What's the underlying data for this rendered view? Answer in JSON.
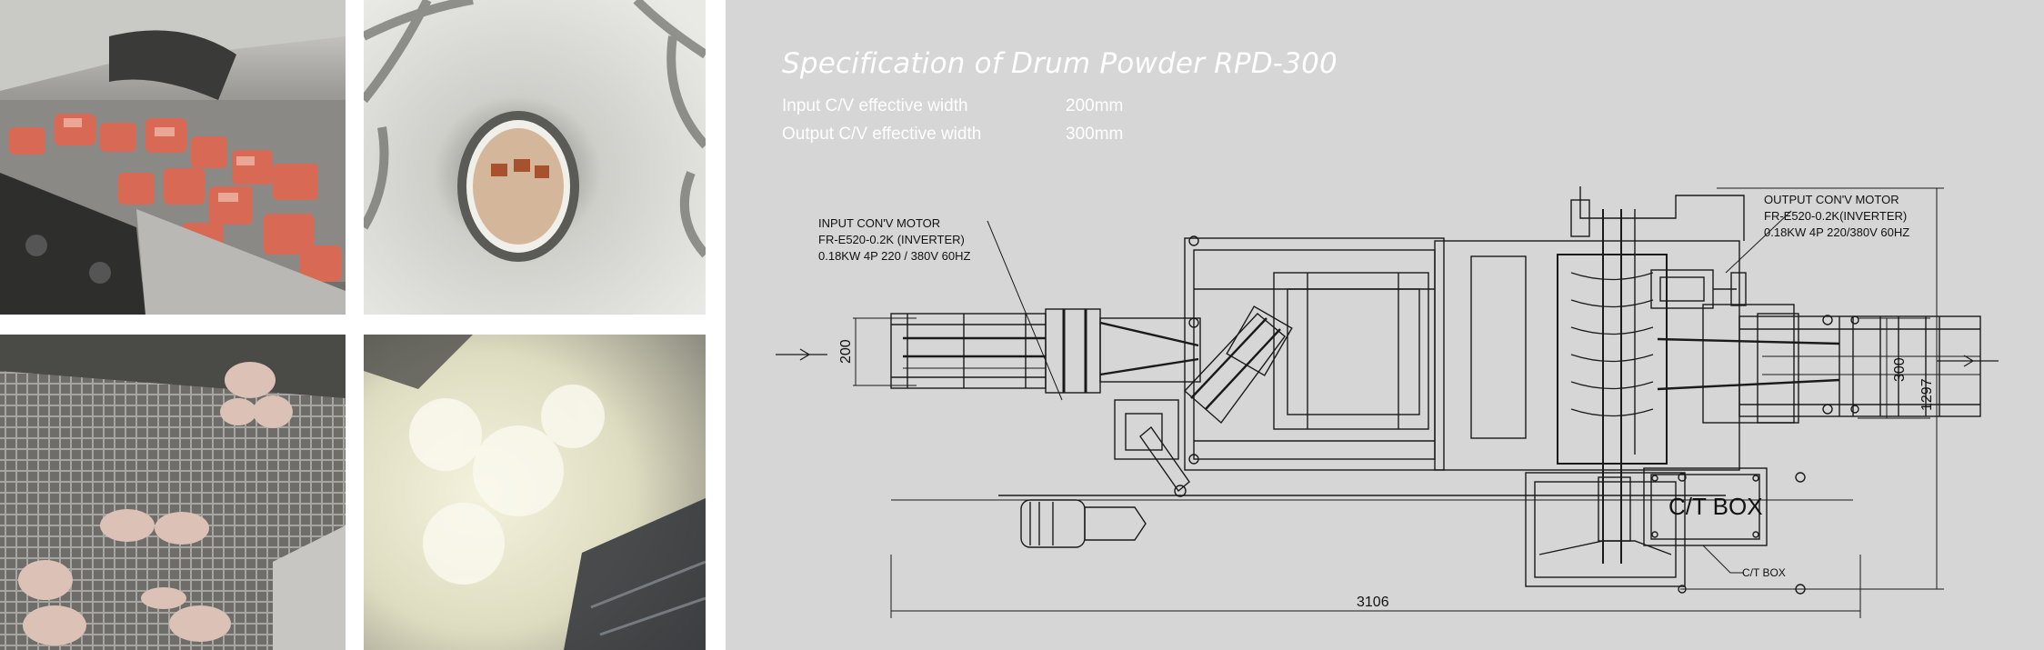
{
  "title": "Specification of Drum Powder RPD-300",
  "specs": [
    {
      "label": "Input C/V effective width",
      "value": "200mm"
    },
    {
      "label": "Output C/V effective width",
      "value": "300mm"
    }
  ],
  "drawing": {
    "input_motor": {
      "line1": "INPUT CON'V   MOTOR",
      "line2": "FR-E520-0.2K (INVERTER)",
      "line3": "0.18KW 4P 220 / 380V 60HZ"
    },
    "output_motor": {
      "line1": "OUTPUT CON'V MOTOR",
      "line2": "FR-E520-0.2K(INVERTER)",
      "line3": "0.18KW 4P 220/380V 60HZ"
    },
    "ct_box_label": "C/T BOX",
    "ct_box_callout": "C/T BOX",
    "dim_input_width": "200",
    "dim_output_width": "300",
    "dim_height": "1297",
    "dim_length": "3106"
  },
  "colors": {
    "panel_bg": "#d6d6d6",
    "line": "#1a1a1a",
    "text_light": "#ffffff"
  }
}
